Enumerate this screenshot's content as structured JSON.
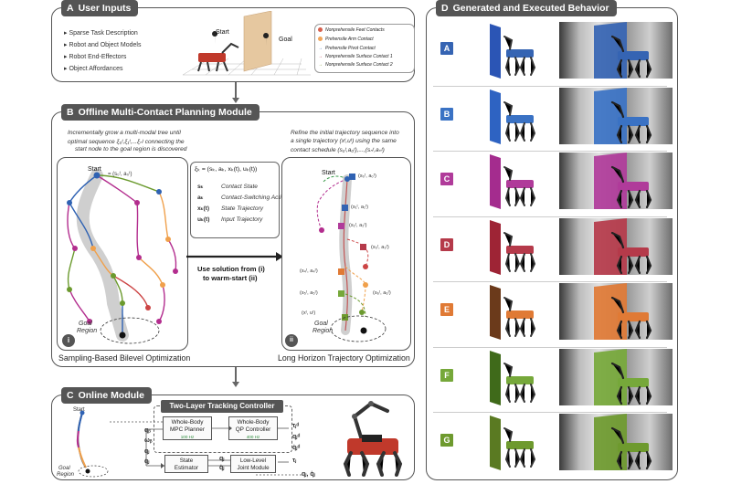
{
  "panel_a": {
    "letter": "A",
    "title": "User Inputs",
    "bullets": [
      "Sparse Task Description",
      "Robot and Object Models",
      "Robot End-Effectors",
      "Object Affordances"
    ],
    "start_label": "Start",
    "goal_label": "Goal",
    "legend": [
      {
        "label": "Nonprehensile Feet Contacts",
        "color": "#d6604d",
        "kind": "dot"
      },
      {
        "label": "Prehensile Arm Contact",
        "color": "#f2a65a",
        "kind": "dot"
      },
      {
        "label": "Prehensile Pivot Contact",
        "color": "#3a6fb0",
        "kind": "arrow"
      },
      {
        "label": "Nonprehensile Surface Contact 1",
        "color": "#b8324f",
        "kind": "arrow"
      },
      {
        "label": "Nonprehensile Surface Contact 2",
        "color": "#7a9a2a",
        "kind": "arrow"
      }
    ]
  },
  "panel_b": {
    "letter": "B",
    "title": "Offline Multi-Contact Planning Module",
    "left_desc": [
      "Incrementally grow a multi-modal tree until",
      "optimal sequence ξ₀ᵗ,ξ₁ᵗ,...ξₙᵗ connecting the",
      "start node to the goal region is discovered"
    ],
    "right_desc": [
      "Refine the initial trajectory sequence into",
      "a single trajectory (xᵗ,uᵗ) using the same",
      "contact schedule (s₀ᵗ,a₀ᵗ),...,(sₙᵗ,aₙᵗ)"
    ],
    "start_label": "Start",
    "goal_label": [
      "Goal",
      "Region"
    ],
    "xi_eq": "ξₖ = (sₖ, aₖ, xₖ(t), uₖ(t))",
    "defs": [
      {
        "sym": "sₖ",
        "desc": "Contact State"
      },
      {
        "sym": "aₖ",
        "desc": "Contact-Switching Action"
      },
      {
        "sym": "xₖ(t)",
        "desc": "State Trajectory"
      },
      {
        "sym": "uₖ(t)",
        "desc": "Input Trajectory"
      }
    ],
    "warm_start": [
      "Use solution from (i)",
      "to warm-start (ii)"
    ],
    "left_badge": "i",
    "right_badge": "ii",
    "left_caption": "Sampling-Based Bilevel Optimization",
    "right_caption": "Long Horizon Trajectory Optimization",
    "tree_start_tuple": "= (s₀ᵗ, a₀ᵗ)",
    "traj_tuples": [
      "(s₀ᵗ, a₀ᵗ)",
      "(s₁ᵗ, a₁ᵗ)",
      "(s₂ᵗ, a₂ᵗ)",
      "(s₃ᵗ, a₃ᵗ)",
      "(s₄ᵗ, a₄ᵗ)",
      "(s₅ᵗ, a₅ᵗ)",
      "(s₆ᵗ, a₆ᵗ)",
      "(xᵗ, uᵗ)"
    ]
  },
  "panel_c": {
    "letter": "C",
    "title": "Online Module",
    "controller_title": "Two-Layer Tracking Controller",
    "start_label": "Start",
    "goal_label": [
      "Goal",
      "Region"
    ],
    "mpc": [
      "Whole-Body",
      "MPC Planner"
    ],
    "mpc_rate": "100 Hz",
    "qp": [
      "Whole-Body",
      "QP Controller"
    ],
    "qp_rate": "400 Hz",
    "estimator": [
      "State",
      "Estimator"
    ],
    "joint": [
      "Low-Level",
      "Joint Module"
    ],
    "in_signals": [
      "qᵦ",
      "ωᵦ",
      "qⱼ",
      "q̇ⱼ"
    ],
    "mid_signals": [
      "qⱼ",
      "q̇ⱼ"
    ],
    "out_signals": [
      "τⱼᵈ",
      "qⱼᵈ",
      "q̇ⱼᵈ"
    ],
    "tau": "τⱼ",
    "bottom_signal": "qⱼ, q̇ⱼ"
  },
  "panel_d": {
    "letter": "D",
    "title": "Generated and Executed Behavior",
    "rows": [
      {
        "label": "A",
        "color": "#3564b3",
        "door": "#2b55b5"
      },
      {
        "label": "B",
        "color": "#3a72c4",
        "door": "#2e63c2"
      },
      {
        "label": "C",
        "color": "#b03b9a",
        "door": "#a42c8e"
      },
      {
        "label": "D",
        "color": "#b53a4a",
        "door": "#9e2435"
      },
      {
        "label": "E",
        "color": "#e07a35",
        "door": "#6b3a1b"
      },
      {
        "label": "F",
        "color": "#76a83a",
        "door": "#3f6a1a"
      },
      {
        "label": "G",
        "color": "#6e9a2e",
        "door": "#5a7a22"
      }
    ]
  },
  "colors": {
    "panel_border": "#555555",
    "tab_bg": "#555555",
    "tree_magenta": "#b32d8e",
    "tree_blue": "#2f62b3",
    "tree_orange": "#f0a04b",
    "tree_green": "#6b9a2e",
    "tree_red": "#cc4444",
    "highlight": "#cfcfcf"
  }
}
